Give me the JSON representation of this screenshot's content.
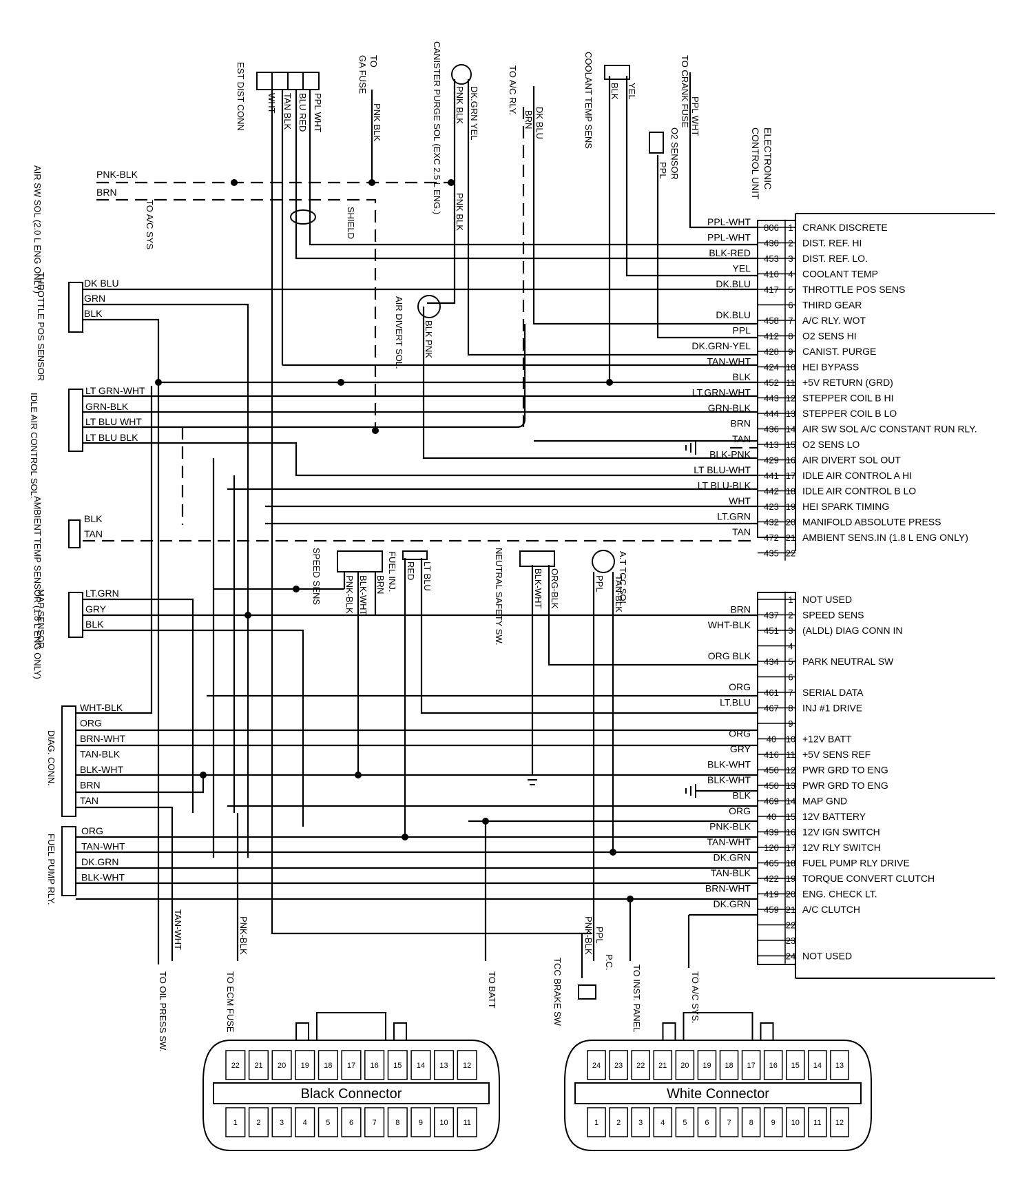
{
  "ecu": {
    "title_line1": "ELECTRONIC",
    "title_line2": "CONTROL UNIT",
    "black_pins": [
      {
        "wire": "PPL-WHT",
        "circuit": "806",
        "pin": "1",
        "desc": "CRANK DISCRETE"
      },
      {
        "wire": "PPL-WHT",
        "circuit": "430",
        "pin": "2",
        "desc": "DIST. REF. HI"
      },
      {
        "wire": "BLK-RED",
        "circuit": "453",
        "pin": "3",
        "desc": "DIST. REF. LO."
      },
      {
        "wire": "YEL",
        "circuit": "410",
        "pin": "4",
        "desc": "COOLANT TEMP"
      },
      {
        "wire": "DK.BLU",
        "circuit": "417",
        "pin": "5",
        "desc": "THROTTLE POS SENS"
      },
      {
        "wire": "",
        "circuit": "",
        "pin": "6",
        "desc": "THIRD GEAR"
      },
      {
        "wire": "DK.BLU",
        "circuit": "458",
        "pin": "7",
        "desc": "A/C RLY. WOT"
      },
      {
        "wire": "PPL",
        "circuit": "412",
        "pin": "8",
        "desc": "O2 SENS HI"
      },
      {
        "wire": "DK.GRN-YEL",
        "circuit": "428",
        "pin": "9",
        "desc": "CANIST. PURGE"
      },
      {
        "wire": "TAN-WHT",
        "circuit": "424",
        "pin": "10",
        "desc": "HEI BYPASS"
      },
      {
        "wire": "BLK",
        "circuit": "452",
        "pin": "11",
        "desc": "+5V RETURN (GRD)"
      },
      {
        "wire": "LT.GRN-WHT",
        "circuit": "443",
        "pin": "12",
        "desc": "STEPPER COIL B HI"
      },
      {
        "wire": "GRN-BLK",
        "circuit": "444",
        "pin": "13",
        "desc": "STEPPER COIL B LO"
      },
      {
        "wire": "BRN",
        "circuit": "436",
        "pin": "14",
        "desc": "AIR SW SOL A/C CONSTANT RUN RLY."
      },
      {
        "wire": "TAN",
        "circuit": "413",
        "pin": "15",
        "desc": "O2 SENS LO"
      },
      {
        "wire": "BLK-PNK",
        "circuit": "429",
        "pin": "16",
        "desc": "AIR DIVERT SOL OUT"
      },
      {
        "wire": "LT BLU-WHT",
        "circuit": "441",
        "pin": "17",
        "desc": "IDLE AIR CONTROL A HI"
      },
      {
        "wire": "LT BLU-BLK",
        "circuit": "442",
        "pin": "18",
        "desc": "IDLE AIR CONTROL B LO"
      },
      {
        "wire": "WHT",
        "circuit": "423",
        "pin": "19",
        "desc": "HEI SPARK TIMING"
      },
      {
        "wire": "LT.GRN",
        "circuit": "432",
        "pin": "20",
        "desc": "MANIFOLD ABSOLUTE PRESS"
      },
      {
        "wire": "TAN",
        "circuit": "472",
        "pin": "21",
        "desc": "AMBIENT SENS.IN (1.8 L ENG ONLY)"
      },
      {
        "wire": "",
        "circuit": "435",
        "pin": "22",
        "desc": ""
      }
    ],
    "white_pins": [
      {
        "wire": "",
        "circuit": "",
        "pin": "1",
        "desc": "NOT USED"
      },
      {
        "wire": "BRN",
        "circuit": "437",
        "pin": "2",
        "desc": "SPEED SENS"
      },
      {
        "wire": "WHT-BLK",
        "circuit": "451",
        "pin": "3",
        "desc": "(ALDL) DIAG CONN IN"
      },
      {
        "wire": "",
        "circuit": "",
        "pin": "4",
        "desc": ""
      },
      {
        "wire": "ORG BLK",
        "circuit": "434",
        "pin": "5",
        "desc": "PARK NEUTRAL SW"
      },
      {
        "wire": "",
        "circuit": "",
        "pin": "6",
        "desc": ""
      },
      {
        "wire": "ORG",
        "circuit": "461",
        "pin": "7",
        "desc": "SERIAL DATA"
      },
      {
        "wire": "LT.BLU",
        "circuit": "467",
        "pin": "8",
        "desc": "INJ #1 DRIVE"
      },
      {
        "wire": "",
        "circuit": "",
        "pin": "9",
        "desc": ""
      },
      {
        "wire": "ORG",
        "circuit": "40",
        "pin": "10",
        "desc": "+12V BATT"
      },
      {
        "wire": "GRY",
        "circuit": "416",
        "pin": "11",
        "desc": "+5V SENS REF"
      },
      {
        "wire": "BLK-WHT",
        "circuit": "450",
        "pin": "12",
        "desc": "PWR GRD TO ENG"
      },
      {
        "wire": "BLK-WHT",
        "circuit": "450",
        "pin": "13",
        "desc": "PWR GRD TO ENG"
      },
      {
        "wire": "BLK",
        "circuit": "469",
        "pin": "14",
        "desc": "MAP GND"
      },
      {
        "wire": "ORG",
        "circuit": "40",
        "pin": "15",
        "desc": "12V BATTERY"
      },
      {
        "wire": "PNK-BLK",
        "circuit": "439",
        "pin": "16",
        "desc": "12V IGN SWITCH"
      },
      {
        "wire": "TAN-WHT",
        "circuit": "120",
        "pin": "17",
        "desc": "12V RLY SWITCH"
      },
      {
        "wire": "DK.GRN",
        "circuit": "465",
        "pin": "18",
        "desc": "FUEL PUMP RLY DRIVE"
      },
      {
        "wire": "TAN-BLK",
        "circuit": "422",
        "pin": "19",
        "desc": "TORQUE CONVERT CLUTCH"
      },
      {
        "wire": "BRN-WHT",
        "circuit": "419",
        "pin": "20",
        "desc": "ENG. CHECK LT."
      },
      {
        "wire": "DK.GRN",
        "circuit": "459",
        "pin": "21",
        "desc": "A/C CLUTCH"
      },
      {
        "wire": "",
        "circuit": "",
        "pin": "22",
        "desc": ""
      },
      {
        "wire": "",
        "circuit": "",
        "pin": "23",
        "desc": ""
      },
      {
        "wire": "",
        "circuit": "",
        "pin": "24",
        "desc": "NOT USED"
      }
    ]
  },
  "components": {
    "est_dist_conn": {
      "name": "EST DIST CONN",
      "wires": [
        "WHT",
        "TAN BLK",
        "BLU RED",
        "PPL WHT"
      ]
    },
    "ga_fuse": {
      "name": "GA FUSE",
      "name_prefix": "TO",
      "wire": "PNK BLK"
    },
    "canister": {
      "name": "CANISTER PURGE SOL (EXC 2.5 L ENG.)",
      "wires": [
        "PNK BLK",
        "DK.GRN YEL"
      ]
    },
    "ac_rly": {
      "name": "TO A/C RLY.",
      "wires": [
        "BRN",
        "DK BLU"
      ]
    },
    "coolant": {
      "name": "COOLANT TEMP SENS",
      "wires": [
        "BLK",
        "YEL"
      ]
    },
    "crank_fuse": {
      "name": "TO CRANK FUSE",
      "wire": "PPL WHT"
    },
    "o2_sensor": {
      "name": "O2 SENSOR",
      "wire": "PPL"
    },
    "air_sw": {
      "name": "AIR SW SOL (2.0 L ENG ONLY)",
      "wires": [
        "PNK-BLK",
        "BRN"
      ],
      "to": "TO A/C SYS"
    },
    "shield": "SHIELD",
    "pnk_blk_right": "PNK BLK",
    "throttle": {
      "name": "THROTTLE POS SENSOR",
      "wires": [
        "DK BLU",
        "GRN",
        "BLK"
      ]
    },
    "air_divert": {
      "name": "AIR DIVERT SOL.",
      "wire": "BLK PNK"
    },
    "idle_air": {
      "name": "IDLE AIR CONTROL SOL.",
      "wires": [
        "LT GRN-WHT",
        "GRN-BLK",
        "LT BLU WHT",
        "LT BLU BLK"
      ]
    },
    "ambient": {
      "name": "AMBIENT TEMP SENSOR (1.8 L ENG ONLY)",
      "wires": [
        "BLK",
        "TAN"
      ]
    },
    "speed_sens": {
      "name": "SPEED SENS",
      "wires": [
        "PNK-BLK",
        "BLK-WHT",
        "BRN"
      ]
    },
    "fuel_inj": {
      "name": "FUEL INJ.",
      "wires": [
        "RED",
        "LT BLU"
      ]
    },
    "neutral_sw": {
      "name": "NEUTRAL SAFETY SW.",
      "wires": [
        "BLK-WHT",
        "ORG-BLK"
      ]
    },
    "tcc_sol": {
      "name": "A.T TCC SOL.",
      "wires": [
        "PPL",
        "TAN-BLK"
      ]
    },
    "map_sensor": {
      "name": "MAP SENSOR",
      "wires": [
        "LT.GRN",
        "GRY",
        "BLK"
      ]
    },
    "diag_conn": {
      "name": "DIAG. CONN.",
      "wires": [
        "WHT-BLK",
        "ORG",
        "BRN-WHT",
        "TAN-BLK",
        "BLK-WHT",
        "BRN",
        "TAN"
      ]
    },
    "fuel_pump_rly": {
      "name": "FUEL PUMP RLY.",
      "wires": [
        "ORG",
        "TAN-WHT",
        "DK.GRN",
        "BLK-WHT"
      ]
    },
    "bottom": [
      {
        "wire": "TAN-WHT",
        "name": "TO OIL PRESS SW."
      },
      {
        "wire": "PNK-BLK",
        "name": "TO ECM FUSE"
      },
      {
        "wire": "",
        "name": "TO BATT"
      },
      {
        "wire": "PNK-BLK",
        "name": "TCC BRAKE SW"
      },
      {
        "wire": "PPL",
        "name": "P.C."
      },
      {
        "wire": "",
        "name": "TO INST. PANEL"
      },
      {
        "wire": "",
        "name": "TO A/C SYS."
      }
    ]
  },
  "connectors": {
    "black": {
      "title": "Black Connector",
      "top": [
        "22",
        "21",
        "20",
        "19",
        "18",
        "17",
        "16",
        "15",
        "14",
        "13",
        "12"
      ],
      "bottom": [
        "1",
        "2",
        "3",
        "4",
        "5",
        "6",
        "7",
        "8",
        "9",
        "10",
        "11"
      ]
    },
    "white": {
      "title": "White Connector",
      "top": [
        "24",
        "23",
        "22",
        "21",
        "20",
        "19",
        "18",
        "17",
        "16",
        "15",
        "14",
        "13"
      ],
      "bottom": [
        "1",
        "2",
        "3",
        "4",
        "5",
        "6",
        "7",
        "8",
        "9",
        "10",
        "11",
        "12"
      ]
    }
  }
}
